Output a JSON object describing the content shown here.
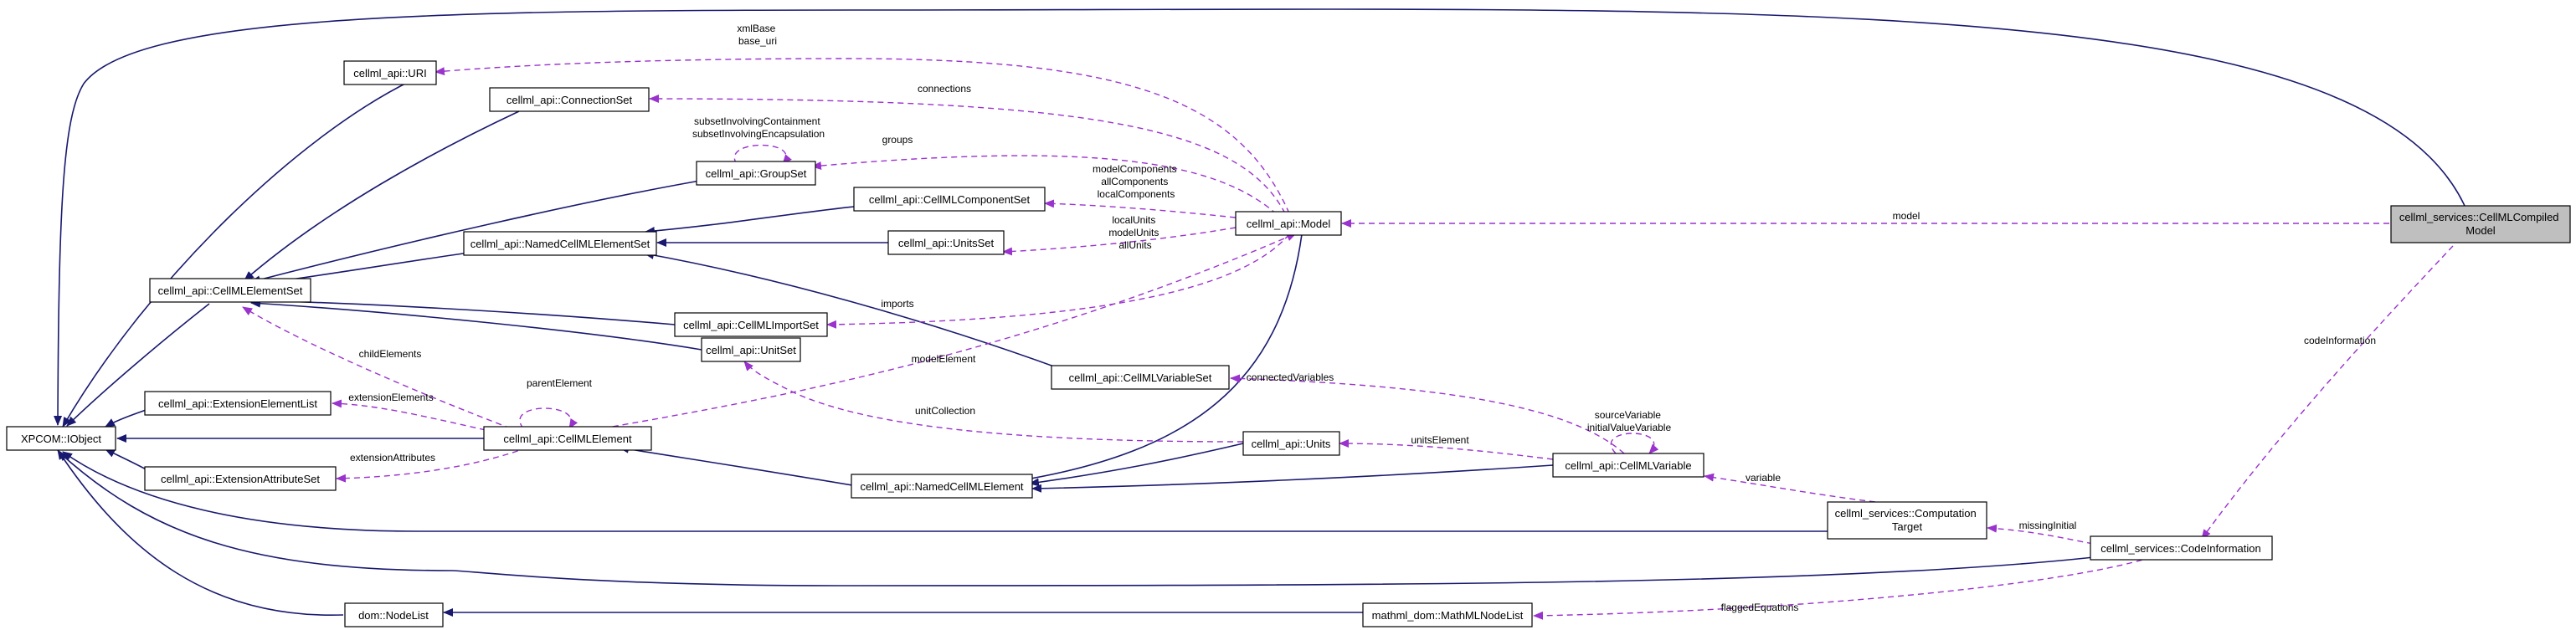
{
  "colors": {
    "inheritance": "#191970",
    "usage": "#9a32cd",
    "highlight": "#bfbfbf"
  },
  "nodes": {
    "xpcom_iobject": {
      "lines": [
        "XPCOM::IObject"
      ]
    },
    "uri": {
      "lines": [
        "cellml_api::URI"
      ]
    },
    "connection_set": {
      "lines": [
        "cellml_api::ConnectionSet"
      ]
    },
    "group_set": {
      "lines": [
        "cellml_api::GroupSet"
      ]
    },
    "component_set": {
      "lines": [
        "cellml_api::CellMLComponentSet"
      ]
    },
    "named_element_set": {
      "lines": [
        "cellml_api::NamedCellMLElementSet"
      ]
    },
    "units_set": {
      "lines": [
        "cellml_api::UnitsSet"
      ]
    },
    "element_set": {
      "lines": [
        "cellml_api::CellMLElementSet"
      ]
    },
    "import_set": {
      "lines": [
        "cellml_api::CellMLImportSet"
      ]
    },
    "unit_set": {
      "lines": [
        "cellml_api::UnitSet"
      ]
    },
    "variable_set": {
      "lines": [
        "cellml_api::CellMLVariableSet"
      ]
    },
    "ext_element_list": {
      "lines": [
        "cellml_api::ExtensionElementList"
      ]
    },
    "element": {
      "lines": [
        "cellml_api::CellMLElement"
      ]
    },
    "ext_attribute_set": {
      "lines": [
        "cellml_api::ExtensionAttributeSet"
      ]
    },
    "named_element": {
      "lines": [
        "cellml_api::NamedCellMLElement"
      ]
    },
    "units": {
      "lines": [
        "cellml_api::Units"
      ]
    },
    "variable": {
      "lines": [
        "cellml_api::CellMLVariable"
      ]
    },
    "model": {
      "lines": [
        "cellml_api::Model"
      ]
    },
    "compiled_model": {
      "lines": [
        "cellml_services::CellMLCompiled",
        "Model"
      ]
    },
    "computation_target": {
      "lines": [
        "cellml_services::Computation",
        "Target"
      ]
    },
    "code_information": {
      "lines": [
        "cellml_services::CodeInformation"
      ]
    },
    "node_list": {
      "lines": [
        "dom::NodeList"
      ]
    },
    "mathml_node_list": {
      "lines": [
        "mathml_dom::MathMLNodeList"
      ]
    }
  },
  "edges": {
    "xmlbase": {
      "label": [
        "xmlBase",
        "base_uri"
      ]
    },
    "connections": {
      "label": [
        "connections"
      ]
    },
    "groups": {
      "label": [
        "groups"
      ]
    },
    "subset": {
      "label": [
        "subsetInvolvingContainment",
        "subsetInvolvingEncapsulation"
      ]
    },
    "model_components": {
      "label": [
        "modelComponents",
        "allComponents",
        "localComponents"
      ]
    },
    "local_units": {
      "label": [
        "localUnits",
        "modelUnits",
        "allUnits"
      ]
    },
    "imports": {
      "label": [
        "imports"
      ]
    },
    "model_element": {
      "label": [
        "modelElement"
      ]
    },
    "child_elements": {
      "label": [
        "childElements"
      ]
    },
    "parent_element": {
      "label": [
        "parentElement"
      ]
    },
    "extension_elements": {
      "label": [
        "extensionElements"
      ]
    },
    "extension_attributes": {
      "label": [
        "extensionAttributes"
      ]
    },
    "unit_collection": {
      "label": [
        "unitCollection"
      ]
    },
    "connected_variables": {
      "label": [
        "connectedVariables"
      ]
    },
    "source_variable": {
      "label": [
        "sourceVariable",
        "initialValueVariable"
      ]
    },
    "units_element": {
      "label": [
        "unitsElement"
      ]
    },
    "model": {
      "label": [
        "model"
      ]
    },
    "code_information": {
      "label": [
        "codeInformation"
      ]
    },
    "variable": {
      "label": [
        "variable"
      ]
    },
    "missing_initial": {
      "label": [
        "missingInitial"
      ]
    },
    "flagged_equations": {
      "label": [
        "flaggedEquations"
      ]
    }
  }
}
